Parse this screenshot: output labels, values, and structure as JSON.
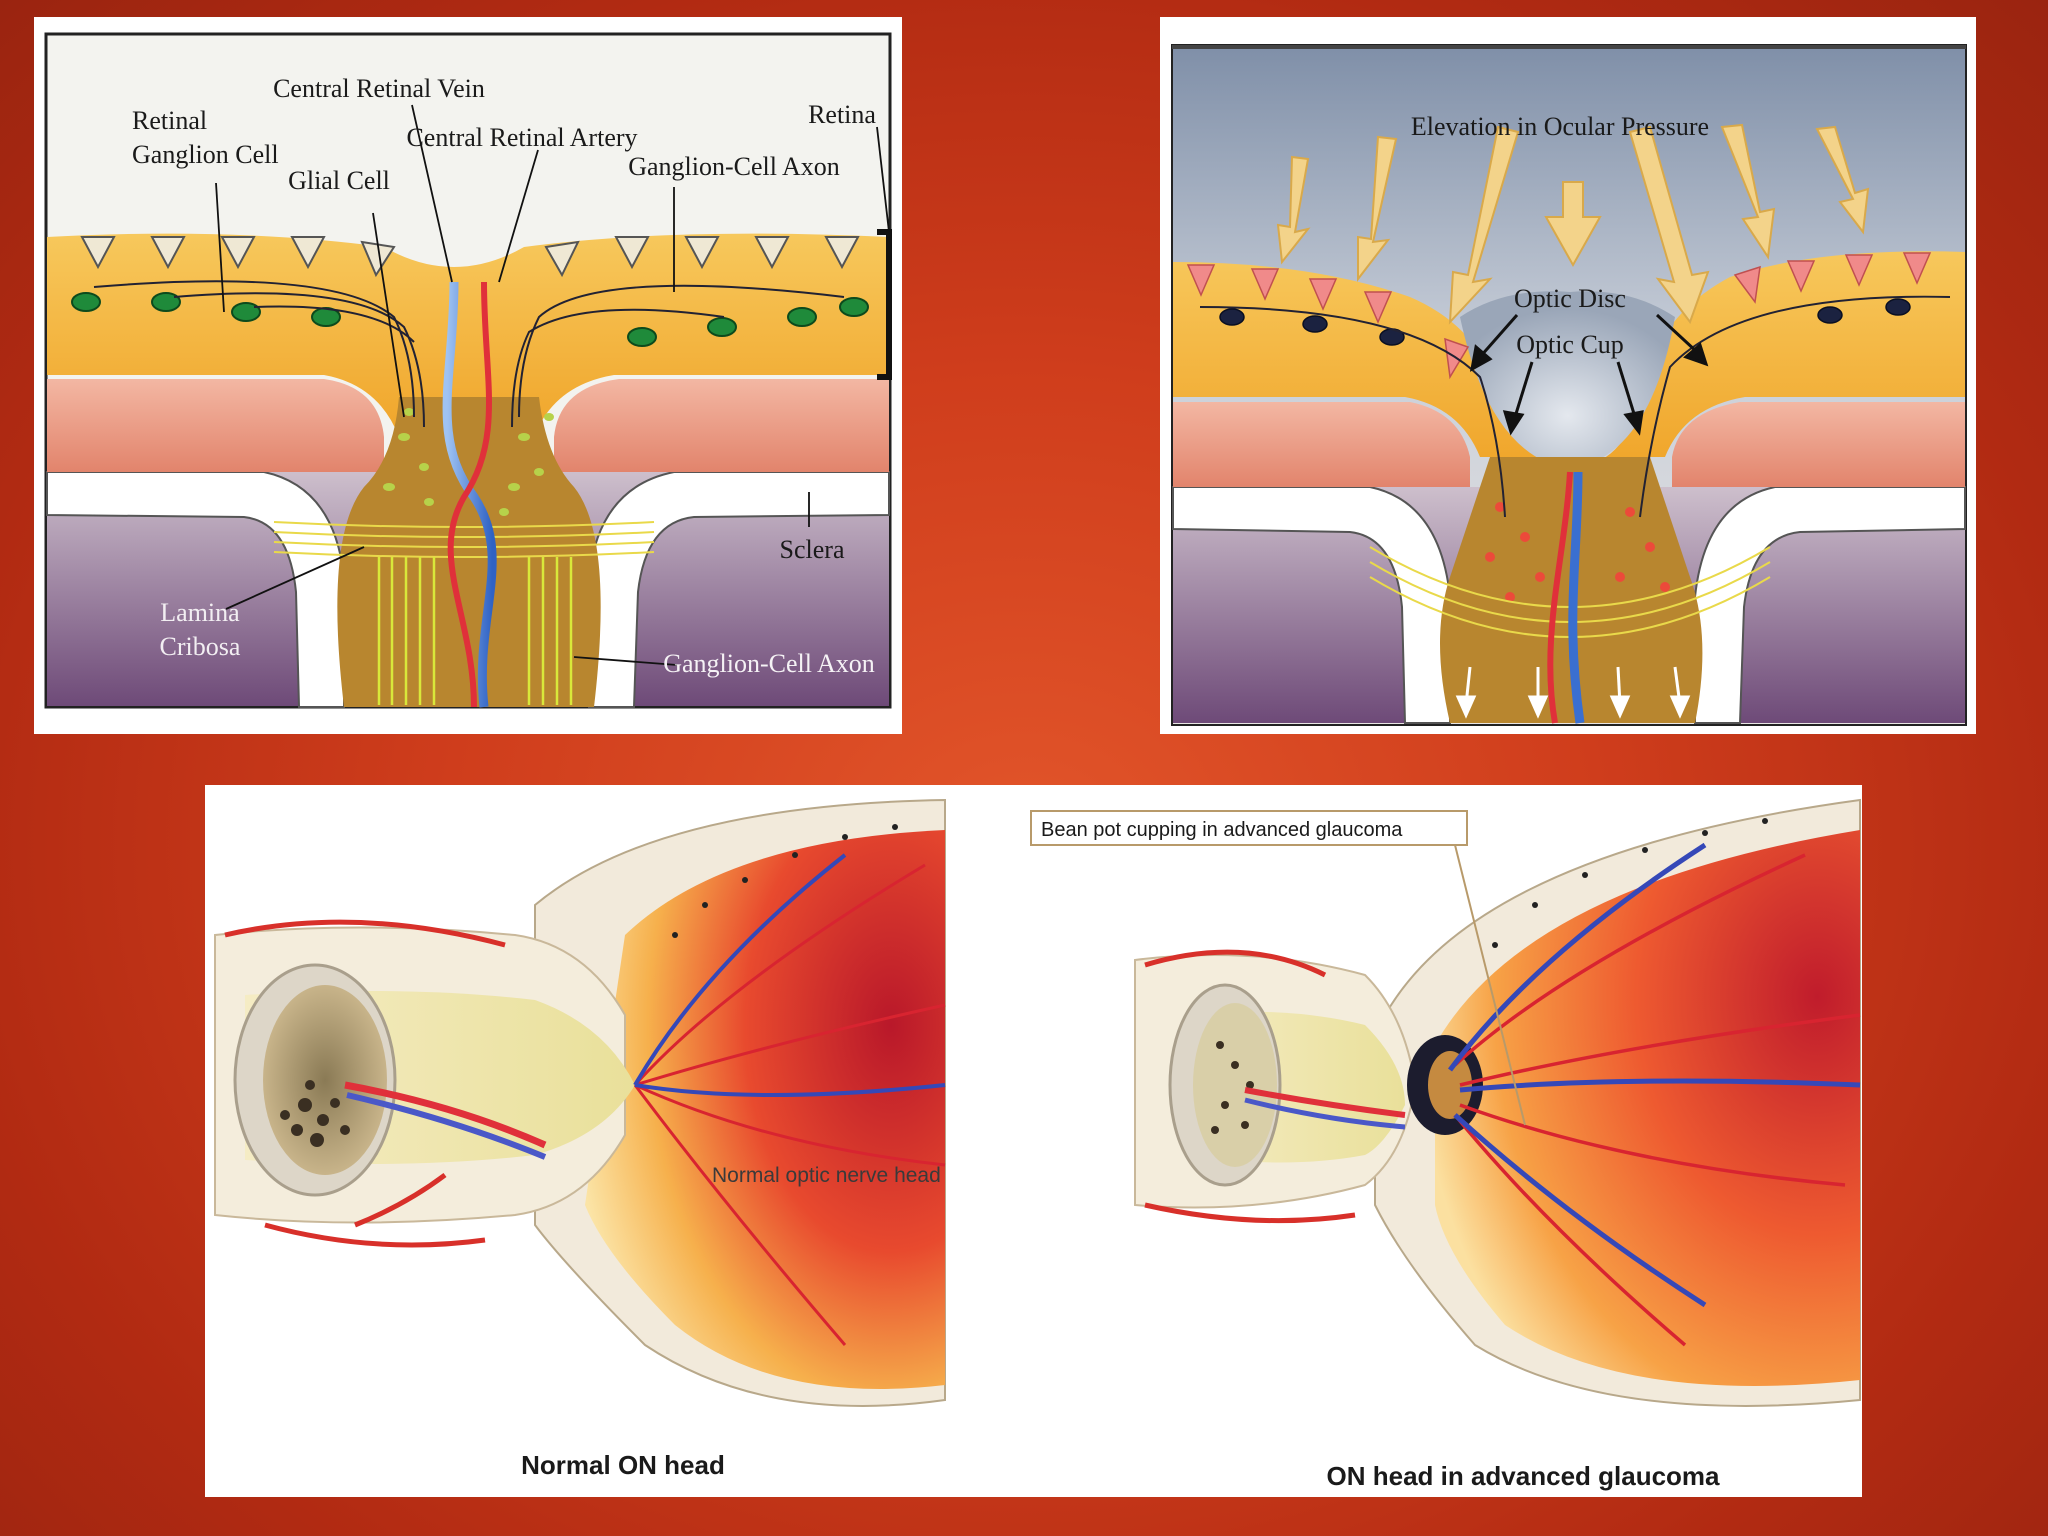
{
  "panel_normal": {
    "labels": {
      "central_retinal_vein": "Central Retinal Vein",
      "retinal_ganglion_cell_1": "Retinal",
      "retinal_ganglion_cell_2": "Ganglion Cell",
      "central_retinal_artery": "Central Retinal Artery",
      "retina": "Retina",
      "glial_cell": "Glial Cell",
      "ganglion_cell_axon_top": "Ganglion-Cell Axon",
      "sclera": "Sclera",
      "lamina_cribosa_1": "Lamina",
      "lamina_cribosa_2": "Cribosa",
      "ganglion_cell_axon_bottom": "Ganglion-Cell Axon"
    }
  },
  "panel_pressure": {
    "labels": {
      "elevation": "Elevation in Ocular Pressure",
      "optic_disc": "Optic Disc",
      "optic_cup": "Optic Cup"
    }
  },
  "panel_bottom": {
    "callout": "Bean pot cupping in advanced glaucoma",
    "normal_nerve_head": "Normal optic nerve head",
    "caption_left": "Normal ON head",
    "caption_right": "ON head in advanced glaucoma"
  },
  "colors": {
    "background": "#cf3d1c",
    "retina_yellow": "#f2b43a",
    "choroid_pink": "#eea08a",
    "nerve_brown": "#b8862f",
    "artery": "#e0303a",
    "vein": "#3a6fd0"
  }
}
